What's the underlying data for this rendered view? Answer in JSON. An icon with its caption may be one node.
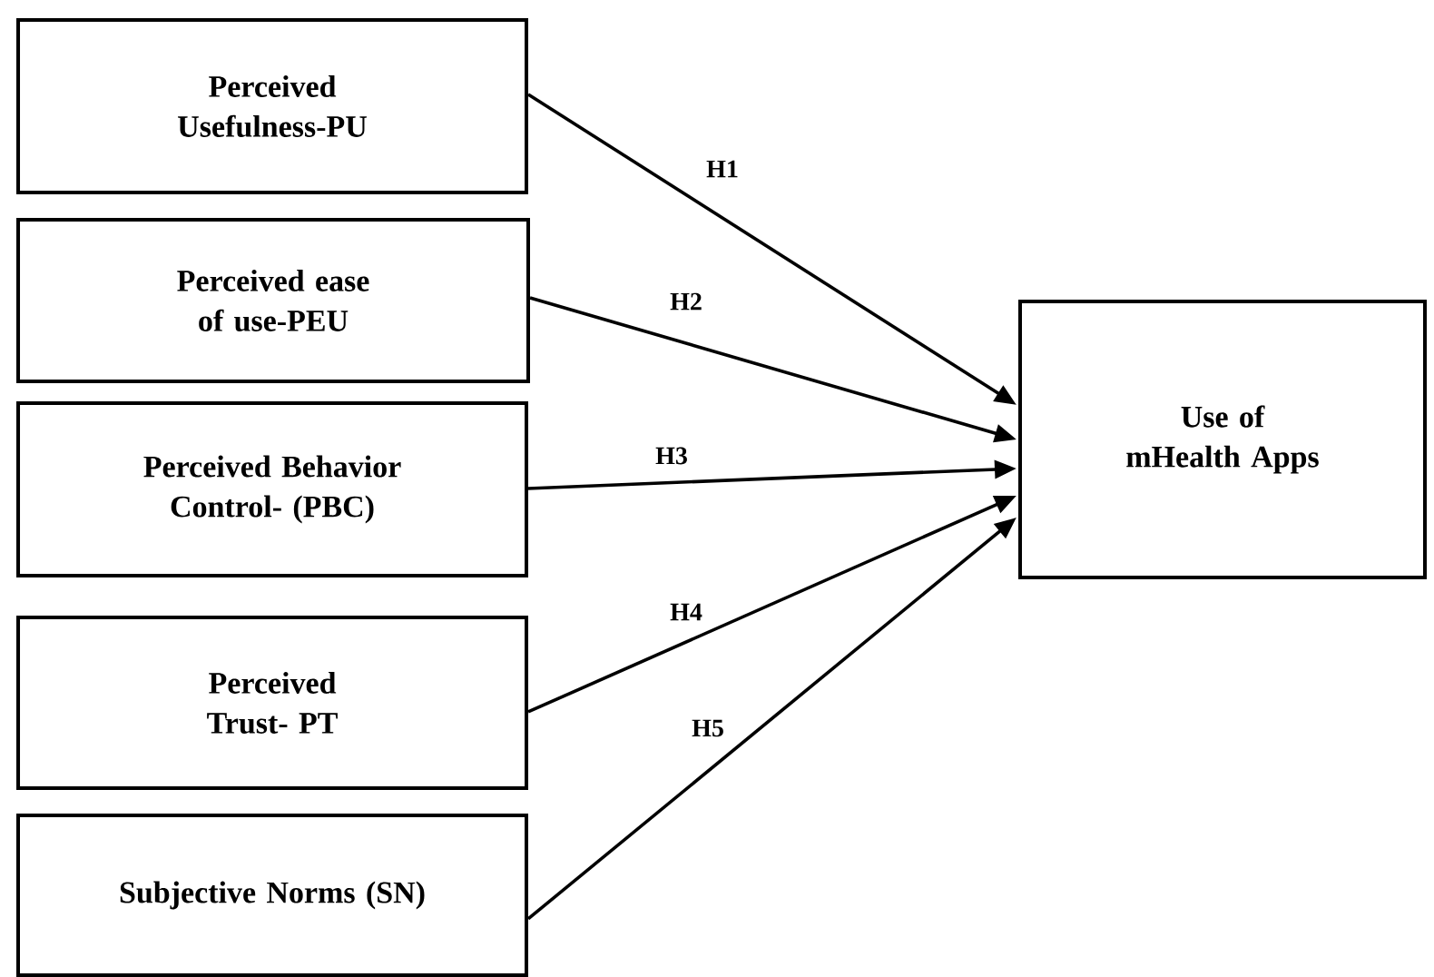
{
  "diagram": {
    "nodes": [
      {
        "text": [
          "Perceived Usefulness-PU"
        ]
      },
      {
        "text": [
          "Perceived ease of use-PEU"
        ]
      },
      {
        "text": [
          "Perceived Behavior Control- (PBC)"
        ]
      },
      {
        "text": [
          "Perceived Trust- PT"
        ]
      },
      {
        "text": [
          "Subjective Norms (SN)"
        ]
      },
      {
        "text": [
          "Use of mHealth Apps"
        ]
      }
    ],
    "edges": [
      {
        "from": 0,
        "to": 5,
        "arrow": "to",
        "label": "H1"
      },
      {
        "from": 1,
        "to": 5,
        "arrow": "to",
        "label": "H2"
      },
      {
        "from": 2,
        "to": 5,
        "arrow": "to",
        "label": "H3"
      },
      {
        "from": 3,
        "to": 5,
        "arrow": "to",
        "label": "H4"
      },
      {
        "from": 4,
        "to": 5,
        "arrow": "to",
        "label": "H5"
      }
    ]
  }
}
